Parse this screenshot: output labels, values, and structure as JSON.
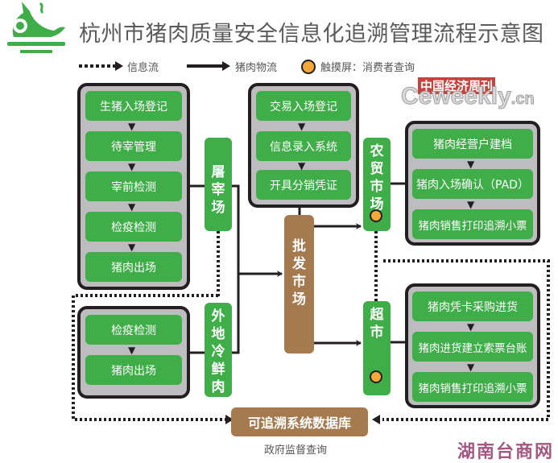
{
  "title": "杭州市猪肉质量安全信息化追溯管理流程示意图",
  "legend": {
    "info_flow": "信息流",
    "pork_flow": "猪肉物流",
    "touchscreen": "触摸屏：消费者查询"
  },
  "logo": {
    "cn": "中国经济周刊",
    "en": "Ceweekly",
    "suffix": ".cn"
  },
  "slaughterhouse": {
    "label": "屠宰场",
    "label_chars": [
      "屠",
      "宰",
      "场"
    ],
    "steps": [
      "生猪入场登记",
      "待宰管理",
      "宰前检测",
      "检疫检测",
      "猪肉出场"
    ]
  },
  "nonlocal": {
    "label": "外地冷鲜肉",
    "label_chars": [
      "外",
      "地",
      "冷",
      "鲜",
      "肉"
    ],
    "steps": [
      "检疫检测",
      "猪肉出场"
    ]
  },
  "wholesale": {
    "label": "批发市场",
    "label_chars": [
      "批",
      "发",
      "市",
      "场"
    ],
    "steps": [
      "交易入场登记",
      "信息录入系统",
      "开具分销凭证"
    ]
  },
  "farmers_market": {
    "label": "农贸市场",
    "label_chars": [
      "农",
      "贸",
      "市",
      "场"
    ],
    "steps": [
      "猪肉经营户建档",
      "猪肉入场确认（PAD）",
      "猪肉销售打印追溯小票"
    ]
  },
  "supermarket": {
    "label": "超市",
    "label_chars": [
      "超",
      "市"
    ],
    "steps": [
      "猪肉凭卡采购进货",
      "猪肉进货建立索票台账",
      "猪肉销售打印追溯小票"
    ]
  },
  "database": {
    "label": "可追溯系统数据库",
    "caption": "政府监督查询"
  },
  "watermark": "湖南台商网",
  "colors": {
    "green": "#3fae49",
    "brown": "#a57a4e",
    "gray": "#bdbcbf",
    "orange": "#f5a83a",
    "dark": "#231f20",
    "watermark": "#a45783"
  }
}
